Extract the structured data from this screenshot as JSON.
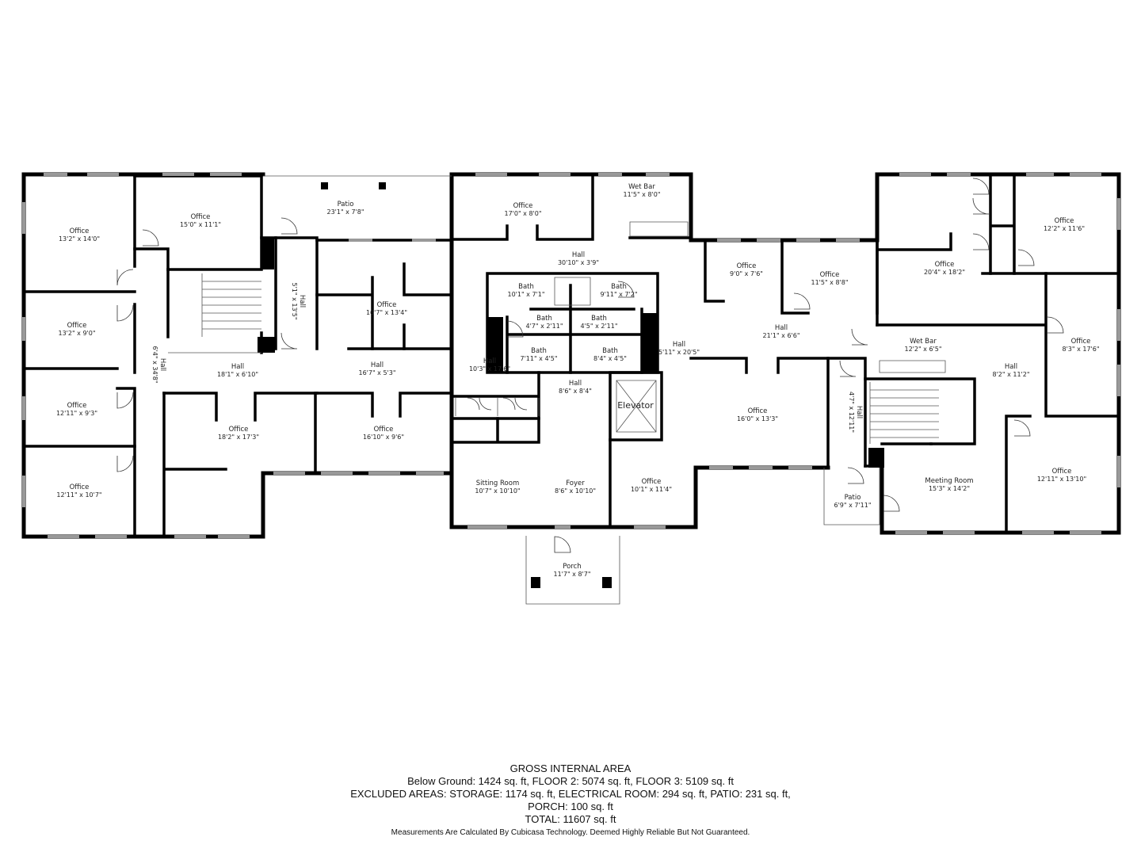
{
  "rooms": [
    {
      "label": "Office",
      "dim": "13'2\" x 14'0\""
    },
    {
      "label": "Office",
      "dim": "15'0\" x 11'1\""
    },
    {
      "label": "Patio",
      "dim": "23'1\" x 7'8\""
    },
    {
      "label": "Office",
      "dim": "17'0\" x 8'0\""
    },
    {
      "label": "Wet Bar",
      "dim": "11'5\" x 8'0\""
    },
    {
      "label": "Office",
      "dim": "12'2\" x 11'6\""
    },
    {
      "label": "Hall",
      "dim": "30'10\" x 3'9\""
    },
    {
      "label": "Office",
      "dim": "9'0\" x 7'6\""
    },
    {
      "label": "Office",
      "dim": "11'5\" x 8'8\""
    },
    {
      "label": "Office",
      "dim": "20'4\" x 18'2\""
    },
    {
      "label": "Office",
      "dim": "13'2\" x 9'0\""
    },
    {
      "label": "Office",
      "dim": "16'7\" x 13'4\""
    },
    {
      "label": "Bath",
      "dim": "10'1\" x 7'1\""
    },
    {
      "label": "Bath",
      "dim": "9'11\" x 7'2\""
    },
    {
      "label": "Bath",
      "dim": "4'7\" x 2'11\""
    },
    {
      "label": "Bath",
      "dim": "4'5\" x 2'11\""
    },
    {
      "label": "Bath",
      "dim": "7'11\" x 4'5\""
    },
    {
      "label": "Bath",
      "dim": "8'4\" x 4'5\""
    },
    {
      "label": "Hall",
      "dim": "21'1\" x 6'6\""
    },
    {
      "label": "Wet Bar",
      "dim": "12'2\" x 6'5\""
    },
    {
      "label": "Office",
      "dim": "8'3\" x 17'6\""
    },
    {
      "label": "Hall",
      "dim": "18'1\" x 6'10\""
    },
    {
      "label": "Hall",
      "dim": "16'7\" x 5'3\""
    },
    {
      "label": "Hall",
      "dim": "5'11\" x 20'5\""
    },
    {
      "label": "Hall",
      "dim": "8'2\" x 11'2\""
    },
    {
      "label": "Office",
      "dim": "12'11\" x 9'3\""
    },
    {
      "label": "Hall",
      "dim": "10'3\" x 17'6\""
    },
    {
      "label": "Hall",
      "dim": "8'6\" x 8'4\""
    },
    {
      "label": "Office",
      "dim": "18'2\" x 17'3\""
    },
    {
      "label": "Office",
      "dim": "16'10\" x 9'6\""
    },
    {
      "label": "Office",
      "dim": "16'0\" x 13'3\""
    },
    {
      "label": "Office",
      "dim": "12'11\" x 13'10\""
    },
    {
      "label": "Office",
      "dim": "12'11\" x 10'7\""
    },
    {
      "label": "Sitting Room",
      "dim": "10'7\" x 10'10\""
    },
    {
      "label": "Foyer",
      "dim": "8'6\" x 10'10\""
    },
    {
      "label": "Office",
      "dim": "10'1\" x 11'4\""
    },
    {
      "label": "Meeting Room",
      "dim": "15'3\" x 14'2\""
    },
    {
      "label": "Patio",
      "dim": "6'9\" x 7'11\""
    },
    {
      "label": "Porch",
      "dim": "11'7\" x 8'7\""
    }
  ],
  "vertical_rooms": [
    {
      "label": "Hall",
      "dim": "5'1\" x 13'5\""
    },
    {
      "label": "Hall",
      "dim": "6'4\" x 34'8\""
    },
    {
      "label": "Hall",
      "dim": "4'7\" x 12'11\""
    }
  ],
  "elevator_label": "Elevator",
  "footer": {
    "title": "GROSS INTERNAL AREA",
    "line1": "Below Ground: 1424 sq. ft, FLOOR 2: 5074 sq. ft, FLOOR 3: 5109 sq. ft",
    "line2": "EXCLUDED AREAS: STORAGE: 1174 sq. ft, ELECTRICAL ROOM: 294 sq. ft, PATIO: 231 sq. ft,",
    "line3": "PORCH: 100 sq. ft",
    "line4": "TOTAL: 11607 sq. ft",
    "note": "Measurements Are Calculated By Cubicasa Technology. Deemed Highly Reliable But Not Guaranteed."
  }
}
